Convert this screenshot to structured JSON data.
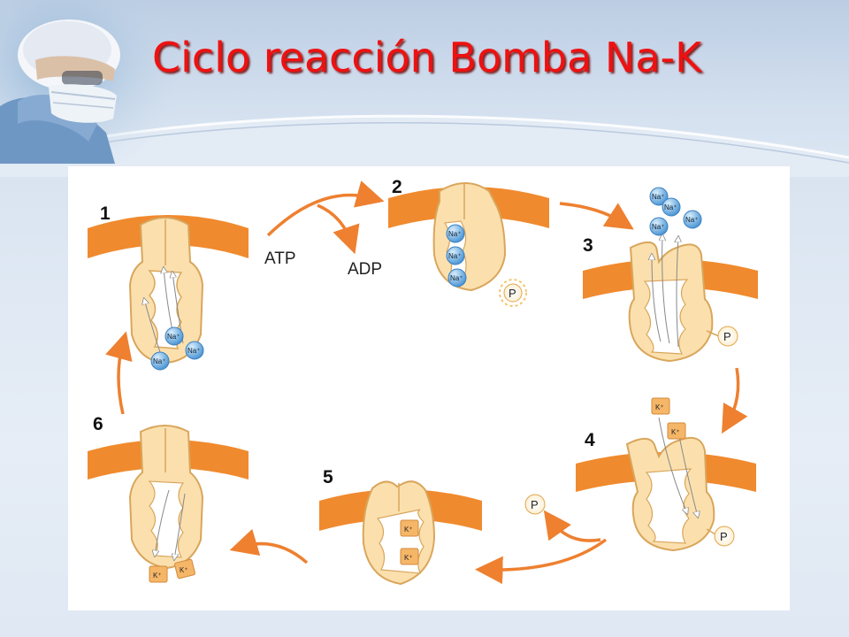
{
  "slide": {
    "title": "Ciclo reacción Bomba Na-K",
    "title_color": "#ee1111"
  },
  "diagram": {
    "steps": [
      {
        "number": "1"
      },
      {
        "number": "2"
      },
      {
        "number": "3"
      },
      {
        "number": "4"
      },
      {
        "number": "5"
      },
      {
        "number": "6"
      }
    ],
    "atp_label": "ATP",
    "adp_label": "ADP",
    "phosphate_label": "P",
    "sodium_label": "Na⁺",
    "potassium_label": "K⁺",
    "colors": {
      "membrane": "#f08a2e",
      "protein": "#fbe0ae",
      "protein_outline": "#d9a65c",
      "arrow": "#ee8030",
      "sodium": "#6aaee6",
      "potassium": "#f5b668"
    }
  },
  "decor": {
    "photo_icon": "surgeon-photo"
  }
}
